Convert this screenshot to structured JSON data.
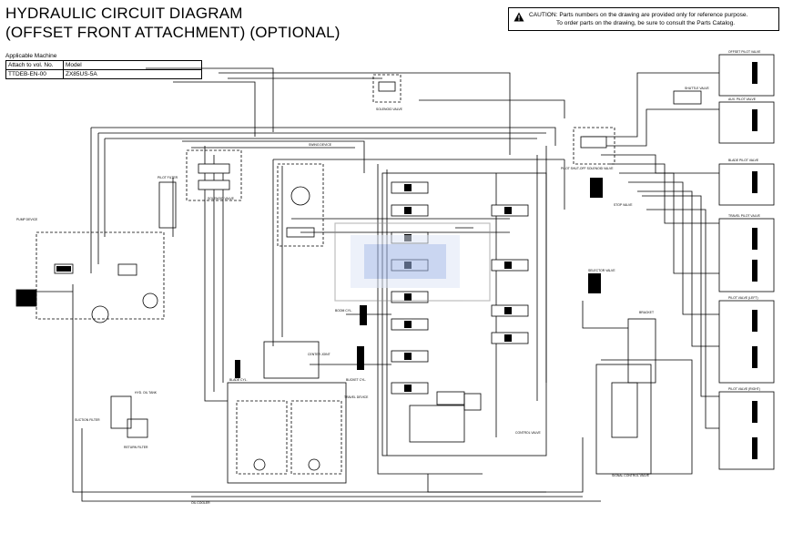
{
  "title": {
    "line1": "HYDRAULIC CIRCUIT DIAGRAM",
    "line2": "(OFFSET FRONT ATTACHMENT) (OPTIONAL)"
  },
  "caution": {
    "icon": "warning-triangle-icon",
    "line1": "CAUTION: Parts numbers on the drawing are provided only for reference purpose.",
    "line2": "To order parts on the drawing, be sure to consult the Parts Catalog."
  },
  "applicable_machine": {
    "heading": "Applicable Machine",
    "col1_header": "Attach to vol. No.",
    "col2_header": "Model",
    "col1_value": "TTDEB-EN-00",
    "col2_value": "ZX85US-5A"
  },
  "components": {
    "pilot_filter": "PILOT FILTER",
    "pump_device": "PUMP DEVICE",
    "swing_device": "SWING DEVICE",
    "solenoid_valve_left": "SOLENOID VALVE",
    "solenoid_valve_top": "SOLENOID VALVE",
    "pilot_shutoff_solenoid_valve": "PILOT SHUT-OFF SOLENOID VALVE",
    "shuttle_valve": "SHUTTLE VALVE",
    "offset_pilot_valve": "OFFSET PILOT VALVE",
    "aux_pilot_valve": "AUX. PILOT VALVE",
    "blade_pilot_valve": "BLADE PILOT VALVE",
    "travel_pilot_valve": "TRAVEL PILOT VALVE",
    "pilot_valve_left": "PILOT VALVE (LEFT)",
    "pilot_valve_right": "PILOT VALVE (RIGHT)",
    "stop_valve": "STOP VALVE",
    "selector_valve": "SELECTOR VALVE",
    "control_valve": "CONTROL VALVE",
    "signal_control_valve": "SIGNAL CONTROL VALVE",
    "bracket": "BRACKET",
    "center_joint": "CENTER JOINT",
    "boom_cyl": "BOOM CYL.",
    "bucket_cyl": "BUCKET CYL.",
    "blade_cyl": "BLADE CYL.",
    "travel_device": "TRAVEL DEVICE",
    "oil_cooler": "OIL COOLER",
    "hydraulic_oil_tank": "HYD. OIL TANK",
    "suction_filter": "SUCTION FILTER",
    "return_filter": "RETURN FILTER"
  }
}
